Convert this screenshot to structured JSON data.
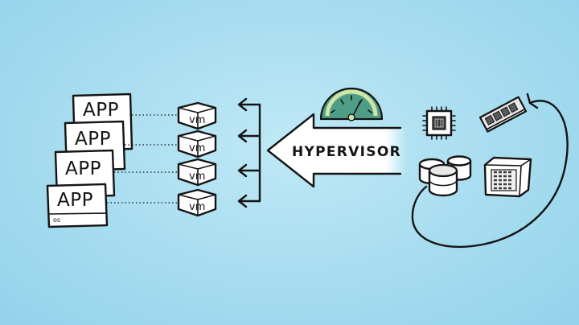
{
  "app_stack": [
    {
      "label": "APP"
    },
    {
      "label": "APP"
    },
    {
      "label": "APP"
    },
    {
      "label": "APP"
    }
  ],
  "os_label": "os",
  "vms": [
    {
      "label": "vm"
    },
    {
      "label": "vm"
    },
    {
      "label": "vm"
    },
    {
      "label": "vm"
    }
  ],
  "hypervisor_label": "HYPERVISOR",
  "colors": {
    "background": "#a6dcef",
    "gauge_fill": "#4e9e86",
    "gauge_arc": "#cfe6a8",
    "ink": "#141414"
  }
}
